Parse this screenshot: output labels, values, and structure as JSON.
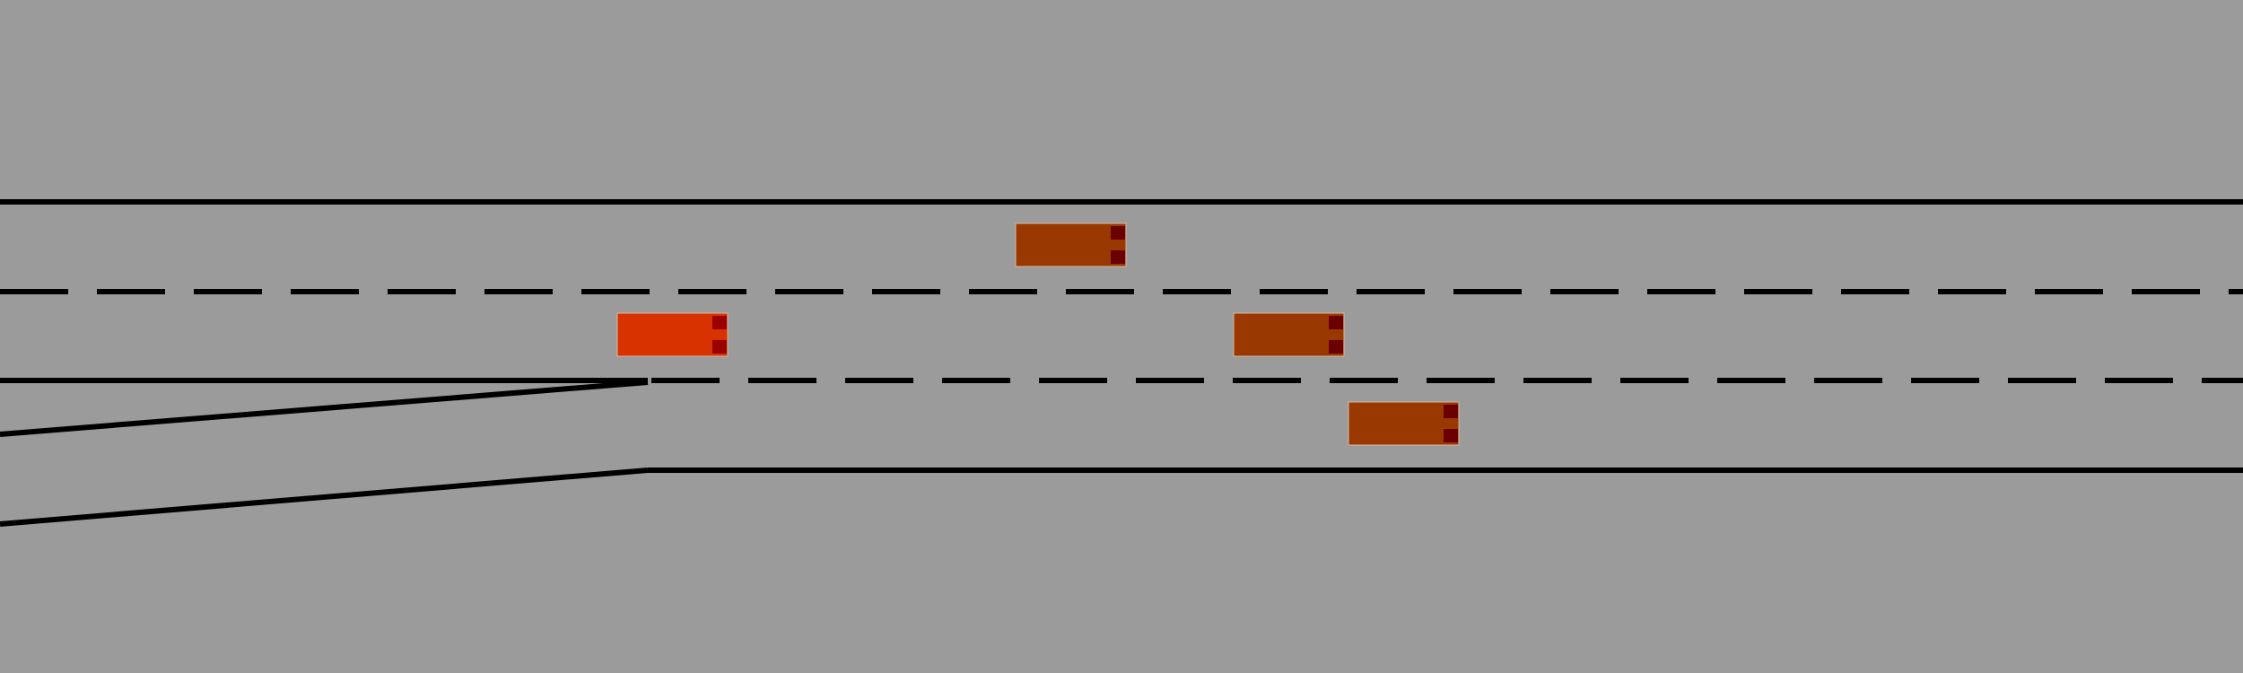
{
  "scene": {
    "type": "highway-merge",
    "lanes_main": 3,
    "has_onramp": true,
    "colors": {
      "background": "#9b9b9b",
      "line": "#000000",
      "ego_vehicle": "#d83200",
      "other_vehicle": "#993800",
      "taillight": "#6b0000",
      "vehicle_outline": "#d8b8a0"
    }
  },
  "vehicles": [
    {
      "id": "ego",
      "role": "ego",
      "lane": 2
    },
    {
      "id": "car-1",
      "role": "other",
      "lane": 1
    },
    {
      "id": "car-2",
      "role": "other",
      "lane": 2
    },
    {
      "id": "car-3",
      "role": "other",
      "lane": 3
    }
  ]
}
